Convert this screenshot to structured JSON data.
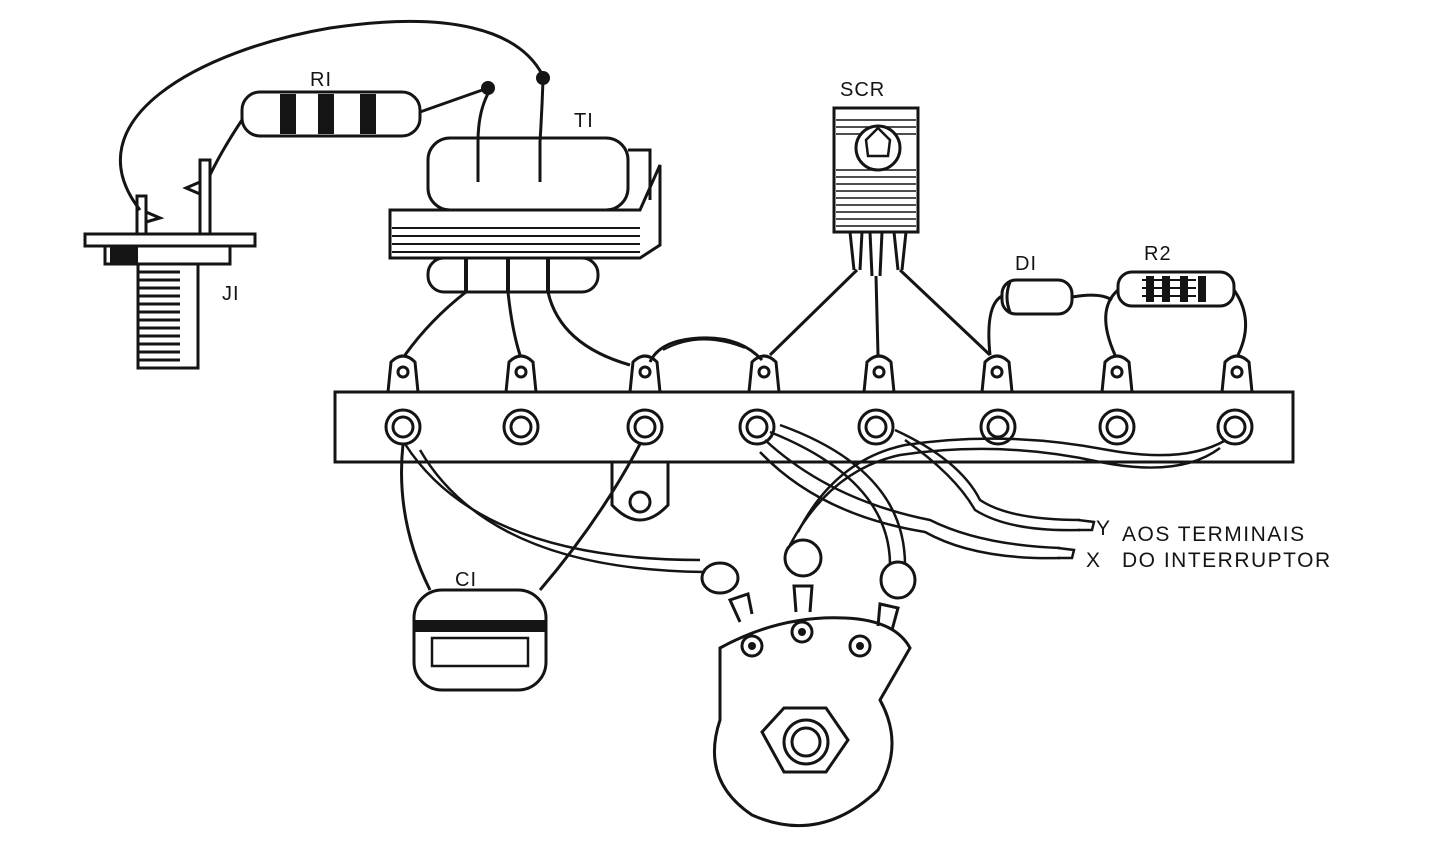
{
  "labels": {
    "r1": "RI",
    "t1": "TI",
    "scr": "SCR",
    "d1": "DI",
    "r2": "R2",
    "j1": "JI",
    "c1": "CI"
  },
  "notes": {
    "y_marker": "Y",
    "y_text": "AOS TERMINAIS",
    "x_marker": "X",
    "x_text": "DO INTERRUPTOR"
  },
  "colors": {
    "ink": "#141414",
    "paper": "#ffffff",
    "wire_double": "#141414"
  }
}
